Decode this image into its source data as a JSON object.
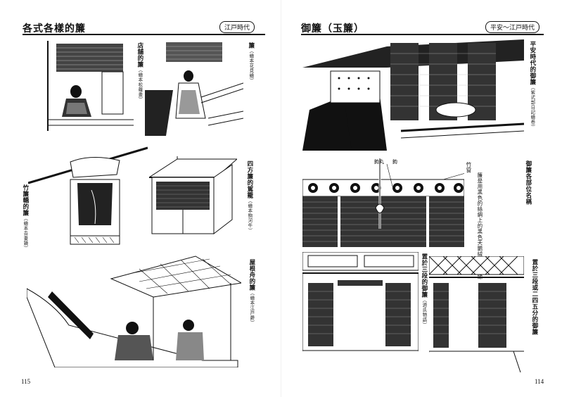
{
  "left_page": {
    "title": "各式各樣的簾",
    "era": "江戸時代",
    "page_number": "115",
    "captions": [
      {
        "label": "店舖的簾",
        "source": "（繪本松蘿畫）"
      },
      {
        "label": "簾",
        "source": "（繪本花見繪）"
      },
      {
        "label": "四方簾的駕籠",
        "source": "（繪本駒河牛）"
      },
      {
        "label": "竹簾轎的簾",
        "source": "（繪本吾妻鏡）"
      },
      {
        "label": "屋根舟的簾",
        "source": "（繪本江戸爵）"
      }
    ]
  },
  "right_page": {
    "title": "御簾（玉簾）",
    "era": "平安〜江戸時代",
    "page_number": "114",
    "captions": [
      {
        "label": "平安時代的御簾",
        "source": "（紫式部日記繪卷）"
      },
      {
        "label": "御簾各部位名稱",
        "source": ""
      },
      {
        "label": "竹窗",
        "source": ""
      },
      {
        "label": "簾是用黑色的絲綢上的",
        "source": "黑色天鵝絨勾的邊緣"
      },
      {
        "label": "置於三段的御簾",
        "source": "（源氏物語）"
      },
      {
        "label": "置於三段或二四五分的御簾",
        "source": ""
      }
    ],
    "labels": {
      "part_a": "鉤丸",
      "part_b": "鉤"
    }
  }
}
